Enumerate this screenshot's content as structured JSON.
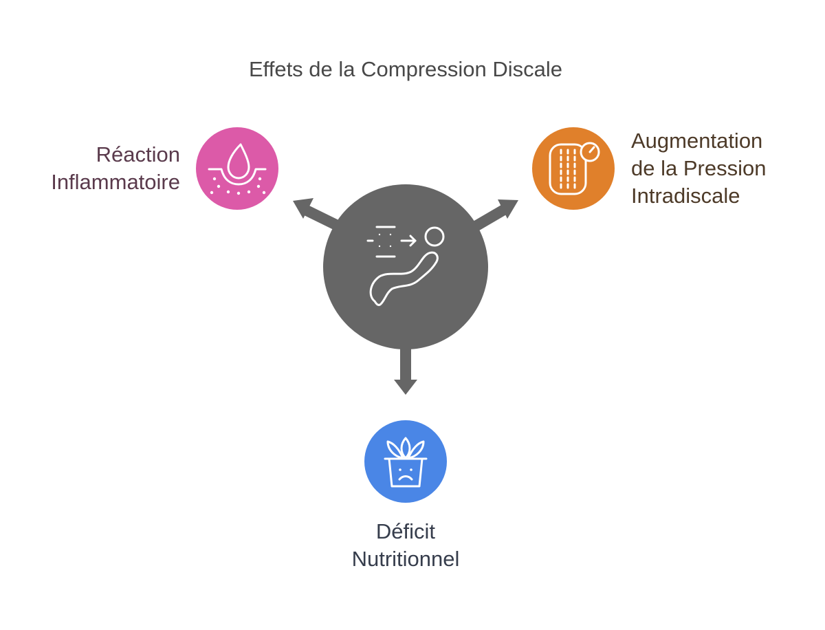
{
  "title": "Effets de la Compression Discale",
  "center": {
    "icon": "spine-posture-icon",
    "color": "#666666"
  },
  "nodes": {
    "left": {
      "lines": [
        "Réaction",
        "Inflammatoire"
      ],
      "icon": "inflamed-skin-drop-icon",
      "color": "#dc5aa8"
    },
    "right": {
      "lines": [
        "Augmentation",
        "de la Pression",
        "Intradiscale"
      ],
      "icon": "disc-pressure-gauge-icon",
      "color": "#e0802b"
    },
    "bottom": {
      "lines": [
        "Déficit",
        "Nutritionnel"
      ],
      "icon": "sad-plant-pot-icon",
      "color": "#4a86e6"
    }
  }
}
